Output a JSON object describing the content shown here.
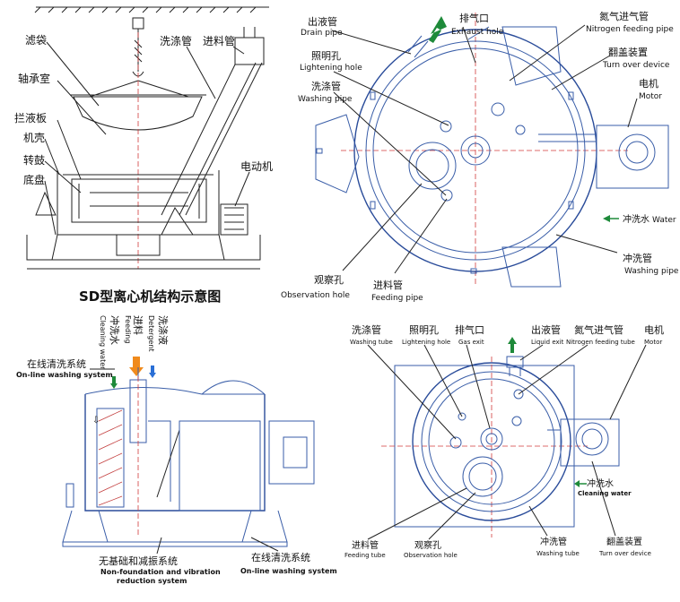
{
  "title": "SD型离心机结构示意图",
  "panel1": {
    "filter_bag": "滤袋",
    "bearing_chamber": "轴承室",
    "liquid_baffle": "拦液板",
    "casing": "机壳",
    "drum": "转鼓",
    "base_plate": "底盘",
    "washing_pipe": "洗涤管",
    "feed_pipe": "进料管",
    "motor": "电动机"
  },
  "panel2": {
    "drain_cn": "出液管",
    "drain_en": "Drain pipe",
    "exhaust_cn": "排气口",
    "exhaust_en": "Exhaust hole",
    "nitrogen_cn": "氮气进气管",
    "nitrogen_en": "Nitrogen feeding pipe",
    "turnover_cn": "翻盖装置",
    "turnover_en": "Turn over device",
    "motor_cn": "电机",
    "motor_en": "Motor",
    "light_cn": "照明孔",
    "light_en": "Lightening hole",
    "wash_cn": "洗涤管",
    "wash_en": "Washing pipe",
    "water_cn": "冲洗水",
    "water_en": "Water",
    "wpipe_cn": "冲洗管",
    "wpipe_en": "Washing pipe",
    "obs_cn": "观察孔",
    "obs_en": "Observation hole",
    "feed_cn": "进料管",
    "feed_en": "Feeding pipe"
  },
  "panel3": {
    "cw_cn": "冲洗水",
    "cw_en": "Cleaning water",
    "feed_cn": "进料",
    "feed_en": "Feeding",
    "det_cn": "洗涤液",
    "det_en": "Detergent",
    "online_cn": "在线清洗系统",
    "online_en": "On-line washing system",
    "found_cn": "无基础和减振系统",
    "found_en1": "Non-foundation and vibration",
    "found_en2": "reduction system",
    "online2_cn": "在线清洗系统",
    "online2_en": "On-line washing system"
  },
  "panel4": {
    "wash_cn": "洗涤管",
    "wash_en": "Washing tube",
    "light_cn": "照明孔",
    "light_en": "Lightening hole",
    "gas_cn": "排气口",
    "gas_en": "Gas exit",
    "liq_cn": "出液管",
    "liq_en": "Liquid exit",
    "nit_cn": "氮气进气管",
    "nit_en": "Nitrogen feeding tube",
    "motor_cn": "电机",
    "motor_en": "Motor",
    "cwater_cn": "冲洗水",
    "cwater_en": "Cleaning water",
    "feed_cn": "进料管",
    "feed_en": "Feeding tube",
    "obs_cn": "观察孔",
    "obs_en": "Observation hole",
    "wtube_cn": "冲洗管",
    "wtube_en": "Washing tube",
    "turn_cn": "翻盖装置",
    "turn_en": "Turn over device"
  },
  "colors": {
    "line_blue": "#3a5ea8",
    "center_red": "#d23b3b",
    "arrow_green": "#1e8a3a",
    "arrow_orange": "#f08a1c",
    "arrow_blue": "#2a6fd6"
  },
  "icons": [
    "exhaust-arrow-icon",
    "water-arrow-icon",
    "feed-arrow-icon",
    "detergent-arrow-icon"
  ]
}
